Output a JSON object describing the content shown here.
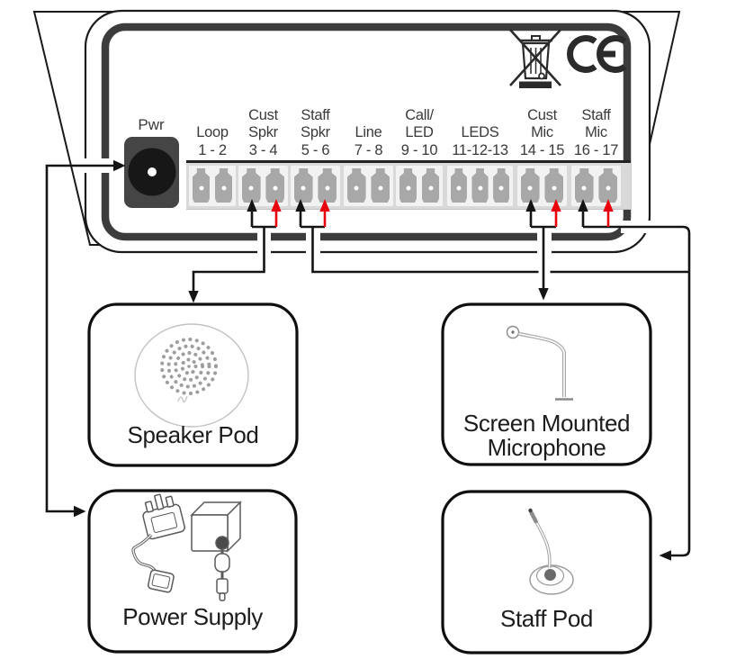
{
  "panel": {
    "pwr_label": "Pwr",
    "terminal_groups": [
      {
        "label": "Loop\n1 - 2",
        "pins": 2
      },
      {
        "label": "Cust\nSpkr\n3 - 4",
        "pins": 2
      },
      {
        "label": "Staff\nSpkr\n5 - 6",
        "pins": 2
      },
      {
        "label": "Line\n7 - 8",
        "pins": 2
      },
      {
        "label": "Call/\nLED\n9 - 10",
        "pins": 2
      },
      {
        "label": "LEDS\n11-12-13",
        "pins": 3
      },
      {
        "label": "Cust\nMic\n14 - 15",
        "pins": 2
      },
      {
        "label": "Staff\nMic\n16 - 17",
        "pins": 2
      }
    ],
    "certification_icons": [
      "weee-crossed-bin-icon",
      "ce-mark-icon"
    ]
  },
  "devices": {
    "speaker_pod": {
      "label": "Speaker Pod"
    },
    "screen_mic": {
      "label": "Screen Mounted\nMicrophone"
    },
    "power_supply": {
      "label": "Power Supply"
    },
    "staff_pod": {
      "label": "Staff Pod"
    }
  },
  "connections": [
    {
      "from": "Power Supply",
      "to": "Pwr jack"
    },
    {
      "from": "Cust Spkr 3 - 4",
      "to": "Speaker Pod"
    },
    {
      "from": "Cust Mic 14 - 15",
      "to": "Screen Mounted Microphone"
    },
    {
      "from": "Staff Spkr 5 - 6",
      "to": "Staff Pod"
    },
    {
      "from": "Staff Mic 16 - 17",
      "to": "Staff Pod"
    }
  ],
  "colors": {
    "wire_black": "#141414",
    "wire_red": "#e8000d",
    "panel_border": "#3c3c3c",
    "terminal_band": "#d9d9d9",
    "terminal_plug": "#a8a8a8"
  }
}
